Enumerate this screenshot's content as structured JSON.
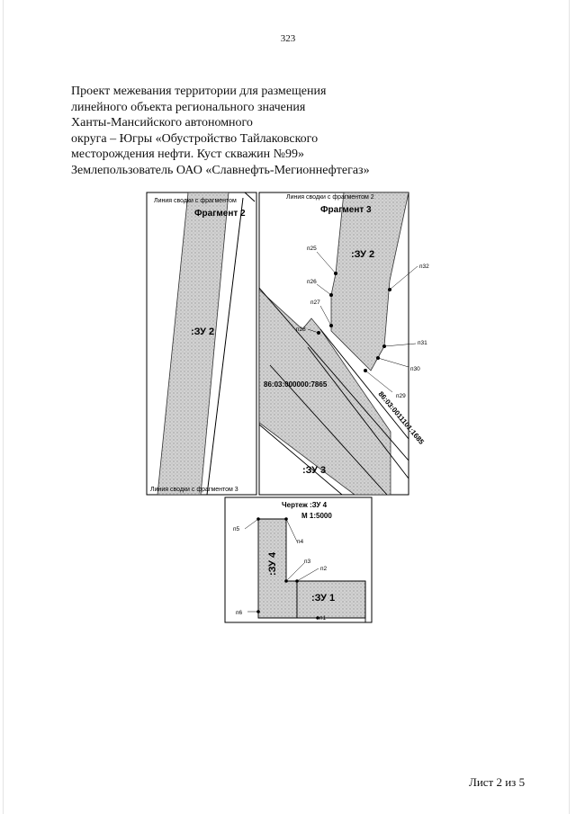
{
  "page_number": "323",
  "title_lines": [
    "Проект межевания территории для размещения",
    "линейного объекта регионального значения",
    "Ханты-Мансийского автономного",
    "округа – Югры «Обустройство Тайлаковского",
    "месторождения нефти. Куст скважин №99»",
    "Землепользователь ОАО «Славнефть-Мегионнефтегаз»"
  ],
  "fragment_left": {
    "top_caption": "Линия сводки с фрагментом",
    "title": "Фрагмент 2",
    "parcel_label": ":ЗУ 2",
    "bottom_caption": "Линия сводки с фрагментом 3"
  },
  "fragment_right": {
    "top_caption": "Линия сводки с фрагментом 2",
    "title": "Фрагмент 3",
    "parcel_label": ":ЗУ 2",
    "parcel_label_2": ":ЗУ 3",
    "cadastral_left": "86:03:000000:7865",
    "cadastral_right": "86:03:0011101:1685",
    "points": [
      "п25",
      "п26",
      "п27",
      "п28",
      "п29",
      "п30",
      "п31",
      "п32"
    ]
  },
  "drawing_zu4": {
    "title": "Чертеж :ЗУ 4",
    "scale": "М 1:5000",
    "parcel_label": ":ЗУ 4",
    "parcel_label_2": ":ЗУ 1",
    "points": [
      "п1",
      "п2",
      "п3",
      "п4",
      "п5",
      "п6"
    ]
  },
  "sheet_label": "Лист 2 из 5",
  "colors": {
    "parcel_fill": "#cfcfcf",
    "line": "#000000"
  }
}
